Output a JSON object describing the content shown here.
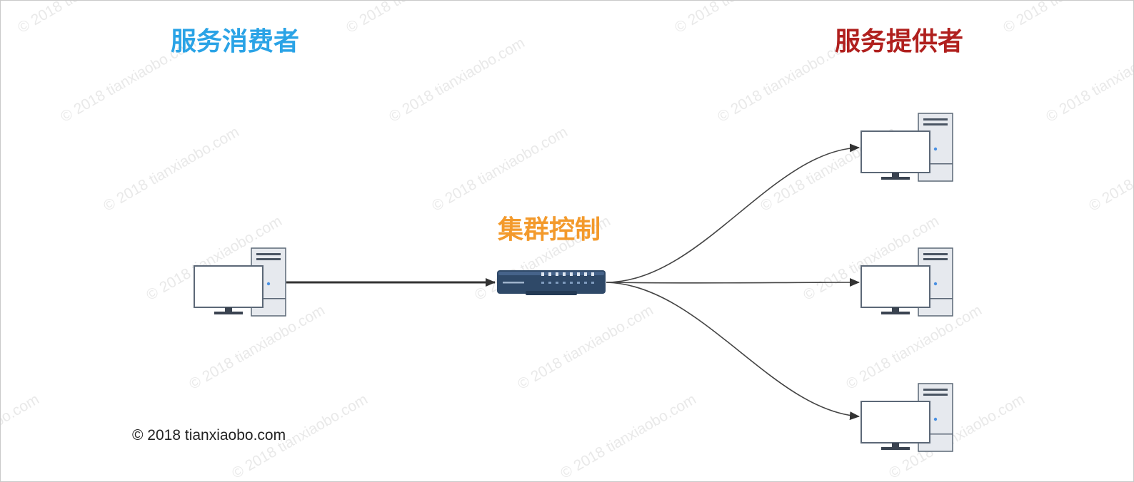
{
  "labels": {
    "consumer": "服务消费者",
    "provider": "服务提供者",
    "cluster": "集群控制"
  },
  "copyright": "© 2018 tianxiaobo.com",
  "watermark": "© 2018 tianxiaobo.com",
  "colors": {
    "consumer": "#2aa3e6",
    "provider": "#b0201e",
    "cluster": "#f39a2c",
    "watermark": "#e9e9e9",
    "arrow": "#333333",
    "switch_body": "#2f4968"
  },
  "icons": {
    "consumer_computer": "desktop-computer-icon",
    "provider_computers": [
      "desktop-computer-icon",
      "desktop-computer-icon",
      "desktop-computer-icon"
    ],
    "cluster_device": "network-switch-icon"
  }
}
